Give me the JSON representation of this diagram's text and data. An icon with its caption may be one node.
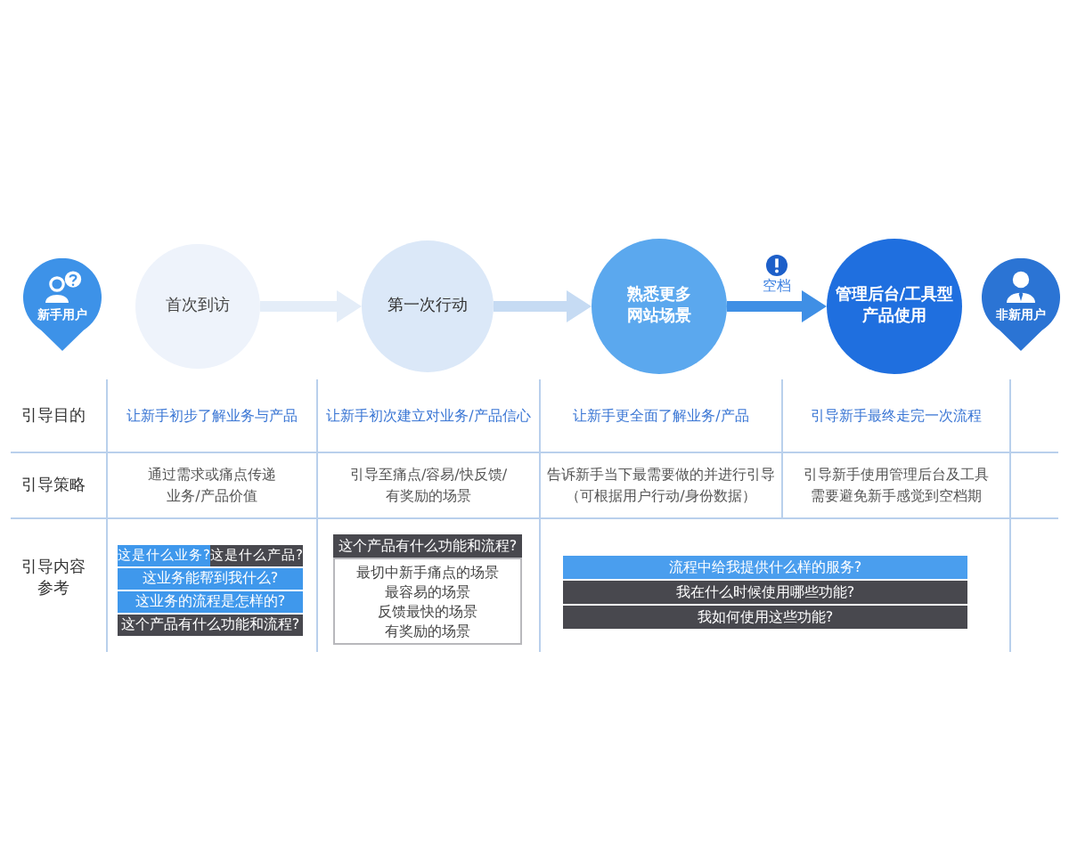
{
  "diagram": {
    "nodes": [
      {
        "text": [
          "新手用户"
        ]
      },
      {
        "text": [
          "首次到访"
        ]
      },
      {
        "text": [
          "第一次行动"
        ]
      },
      {
        "text": [
          "熟悉更多网站场景"
        ]
      },
      {
        "text": [
          "管理后台/工具型产品使用"
        ]
      },
      {
        "text": [
          "非新用户"
        ]
      },
      {
        "text": [
          "这是什么业务?"
        ]
      },
      {
        "text": [
          "这是什么产品?"
        ]
      },
      {
        "text": [
          "这业务能帮到我什么?"
        ]
      },
      {
        "text": [
          "这业务的流程是怎样的?"
        ]
      },
      {
        "text": [
          "这个产品有什么功能和流程?"
        ]
      },
      {
        "text": [
          "这个产品有什么功能和流程?"
        ]
      },
      {
        "text": [
          "最切中新手痛点的场景",
          "最容易的场景",
          "反馈最快的场景",
          "有奖励的场景"
        ]
      },
      {
        "text": [
          "流程中给我提供什么样的服务?"
        ]
      },
      {
        "text": [
          "我在什么时候使用哪些功能?"
        ]
      },
      {
        "text": [
          "我如何使用这些功能?"
        ]
      }
    ],
    "edges": [
      {
        "from": 1,
        "to": 2,
        "arrow": "to",
        "color": "#e4edf8"
      },
      {
        "from": 2,
        "to": 3,
        "arrow": "to",
        "color": "#c6dbf3"
      },
      {
        "from": 3,
        "to": 4,
        "arrow": "to",
        "label": "空档",
        "color": "#3f8fe5"
      }
    ],
    "labels": [
      "引导目的",
      "让新手初步了解业务与产品",
      "让新手初次建立对业务/产品信心",
      "让新手更全面了解业务/产品",
      "引导新手最终走完一次流程",
      "引导策略",
      "通过需求或痛点传递业务/产品价值",
      "引导至痛点/容易/快反馈/有奖励的场景",
      "告诉新手当下最需要做的并进行引导（可根据用户行动/身份数据）",
      "引导新手使用管理后台及工具需要避免新手感觉到空档期",
      "引导内容参考"
    ]
  }
}
